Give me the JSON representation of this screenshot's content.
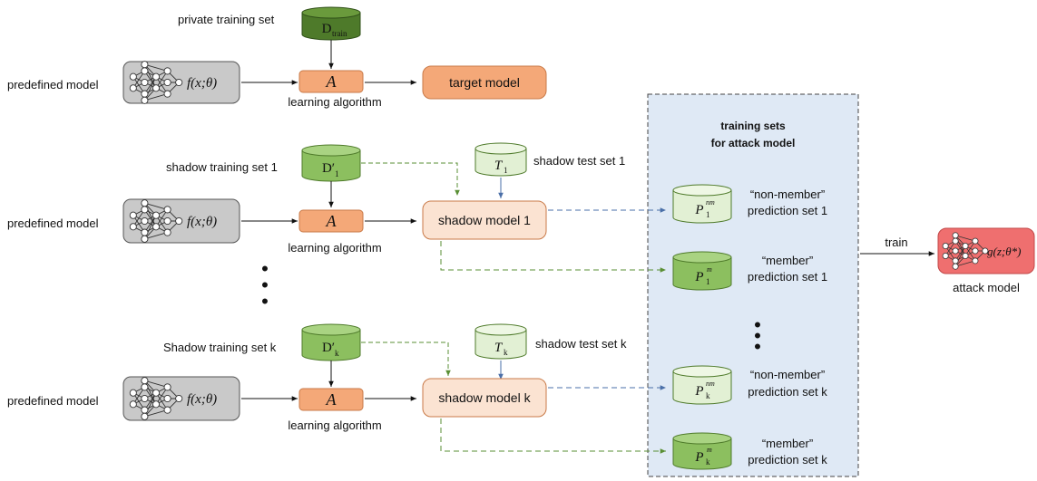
{
  "diagram": {
    "top": {
      "private_set_label": "private training set",
      "private_set_symbol": "D",
      "private_set_sub": "train",
      "predefined_label": "predefined model",
      "model_func": "f(x;θ)",
      "algo_symbol": "A",
      "algo_label": "learning algorithm",
      "target_model": "target model"
    },
    "shadow1": {
      "train_label": "shadow training set 1",
      "train_symbol": "D′",
      "train_sub": "1",
      "test_label": "shadow test set 1",
      "test_symbol": "T",
      "test_sub": "1",
      "predefined_label": "predefined model",
      "model_func": "f(x;θ)",
      "algo_symbol": "A",
      "algo_label": "learning algorithm",
      "shadow_model": "shadow model 1"
    },
    "shadowk": {
      "train_label": "Shadow training set k",
      "train_symbol": "D′",
      "train_sub": "k",
      "test_label": "shadow test set k",
      "test_symbol": "T",
      "test_sub": "k",
      "predefined_label": "predefined model",
      "model_func": "f(x;θ)",
      "algo_symbol": "A",
      "algo_label": "learning algorithm",
      "shadow_model": "shadow model k"
    },
    "attack_sets": {
      "title_line1": "training sets",
      "title_line2": "for attack model",
      "nm1_symbol": "P",
      "nm1_sub": "1",
      "nm1_sup": "nm",
      "nm1_line1": "“non-member”",
      "nm1_line2": "prediction set 1",
      "m1_symbol": "P",
      "m1_sub": "1",
      "m1_sup": "m",
      "m1_line1": "“member”",
      "m1_line2": "prediction set 1",
      "nmk_symbol": "P",
      "nmk_sub": "k",
      "nmk_sup": "nm",
      "nmk_line1": "“non-member”",
      "nmk_line2": "prediction set k",
      "mk_symbol": "P",
      "mk_sub": "k",
      "mk_sup": "m",
      "mk_line1": "“member”",
      "mk_line2": "prediction set k"
    },
    "attack": {
      "train_label": "train",
      "func": "g(z;θ*)",
      "label": "attack model"
    },
    "colors": {
      "dark_green": "#4e7a2a",
      "mid_green": "#8cbf5f",
      "light_green": "#e2f0d4",
      "orange": "#f4a878",
      "peach": "#fbe3d2",
      "gray": "#c9c9c9",
      "attack_red": "#ef6f6f",
      "panel_blue": "#dfe9f5",
      "arrow_green": "#5a8f35",
      "arrow_blue": "#4a6fa8"
    }
  }
}
